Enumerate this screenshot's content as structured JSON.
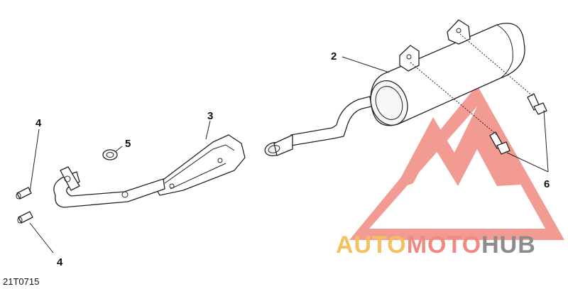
{
  "diagram": {
    "callouts": [
      "2",
      "3",
      "4",
      "5",
      "6",
      "4"
    ],
    "figure_code": "21T0715"
  },
  "watermark": {
    "auto": "AUTO",
    "moto": "MOTO",
    "hub": "HUB",
    "colors": {
      "logo_red": "#f08a80",
      "auto": "#f5c060",
      "moto": "#f08a80",
      "hub": "#8c8c8c"
    }
  }
}
